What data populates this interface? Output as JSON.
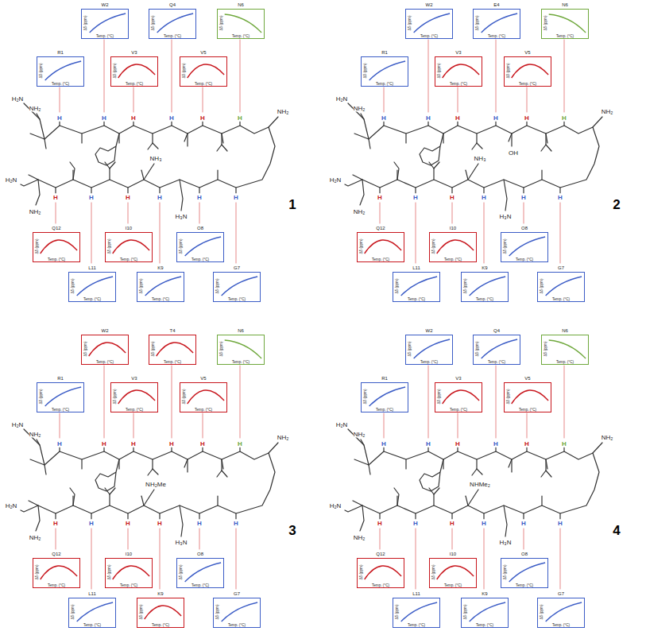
{
  "diagram": {
    "nodes": [
      {
        "text": [
          "W2",
          "Δδ (ppm)",
          "Temp. (°C)"
        ]
      },
      {
        "text": [
          "Q4",
          "Δδ (ppm)",
          "Temp. (°C)"
        ]
      },
      {
        "text": [
          "N6",
          "Δδ (ppm)",
          "Temp. (°C)"
        ]
      },
      {
        "text": [
          "R1",
          "Δδ (ppm)",
          "Temp. (°C)"
        ]
      },
      {
        "text": [
          "V3",
          "Δδ (ppm)",
          "Temp. (°C)"
        ]
      },
      {
        "text": [
          "V5",
          "Δδ (ppm)",
          "Temp. (°C)"
        ]
      },
      {
        "text": [
          "Q12",
          "Δδ (ppm)",
          "Temp. (°C)"
        ]
      },
      {
        "text": [
          "I10",
          "Δδ (ppm)",
          "Temp. (°C)"
        ]
      },
      {
        "text": [
          "O8",
          "Δδ (ppm)",
          "Temp. (°C)"
        ]
      },
      {
        "text": [
          "L11",
          "Δδ (ppm)",
          "Temp. (°C)"
        ]
      },
      {
        "text": [
          "K9",
          "Δδ (ppm)",
          "Temp. (°C)"
        ]
      },
      {
        "text": [
          "G7",
          "Δδ (ppm)",
          "Temp. (°C)"
        ]
      },
      {
        "text": [
          "W2",
          "Δδ (ppm)",
          "Temp. (°C)"
        ]
      },
      {
        "text": [
          "E4",
          "Δδ (ppm)",
          "Temp. (°C)"
        ]
      },
      {
        "text": [
          "N6",
          "Δδ (ppm)",
          "Temp. (°C)"
        ]
      },
      {
        "text": [
          "R1",
          "Δδ (ppm)",
          "Temp. (°C)"
        ]
      },
      {
        "text": [
          "V3",
          "Δδ (ppm)",
          "Temp. (°C)"
        ]
      },
      {
        "text": [
          "V5",
          "Δδ (ppm)",
          "Temp. (°C)"
        ]
      },
      {
        "text": [
          "Q12",
          "Δδ (ppm)",
          "Temp. (°C)"
        ]
      },
      {
        "text": [
          "I10",
          "Δδ (ppm)",
          "Temp. (°C)"
        ]
      },
      {
        "text": [
          "O8",
          "Δδ (ppm)",
          "Temp. (°C)"
        ]
      },
      {
        "text": [
          "L11",
          "Δδ (ppm)",
          "Temp. (°C)"
        ]
      },
      {
        "text": [
          "K9",
          "Δδ (ppm)",
          "Temp. (°C)"
        ]
      },
      {
        "text": [
          "G7",
          "Δδ (ppm)",
          "Temp. (°C)"
        ]
      },
      {
        "text": [
          "W2",
          "Δδ (ppm)",
          "Temp. (°C)"
        ]
      },
      {
        "text": [
          "T4",
          "Δδ (ppm)",
          "Temp. (°C)"
        ]
      },
      {
        "text": [
          "N6",
          "Δδ (ppm)",
          "Temp. (°C)"
        ]
      },
      {
        "text": [
          "R1",
          "Δδ (ppm)",
          "Temp. (°C)"
        ]
      },
      {
        "text": [
          "V3",
          "Δδ (ppm)",
          "Temp. (°C)"
        ]
      },
      {
        "text": [
          "V5",
          "Δδ (ppm)",
          "Temp. (°C)"
        ]
      },
      {
        "text": [
          "Q12",
          "Δδ (ppm)",
          "Temp. (°C)"
        ]
      },
      {
        "text": [
          "I10",
          "Δδ (ppm)",
          "Temp. (°C)"
        ]
      },
      {
        "text": [
          "O8",
          "Δδ (ppm)",
          "Temp. (°C)"
        ]
      },
      {
        "text": [
          "L11",
          "Δδ (ppm)",
          "Temp. (°C)"
        ]
      },
      {
        "text": [
          "K9",
          "Δδ (ppm)",
          "Temp. (°C)"
        ]
      },
      {
        "text": [
          "G7",
          "Δδ (ppm)",
          "Temp. (°C)"
        ]
      },
      {
        "text": [
          "W2",
          "Δδ (ppm)",
          "Temp. (°C)"
        ]
      },
      {
        "text": [
          "Q4",
          "Δδ (ppm)",
          "Temp. (°C)"
        ]
      },
      {
        "text": [
          "N6",
          "Δδ (ppm)",
          "Temp. (°C)"
        ]
      },
      {
        "text": [
          "R1",
          "Δδ (ppm)",
          "Temp. (°C)"
        ]
      },
      {
        "text": [
          "V3",
          "Δδ (ppm)",
          "Temp. (°C)"
        ]
      },
      {
        "text": [
          "V5",
          "Δδ (ppm)",
          "Temp. (°C)"
        ]
      },
      {
        "text": [
          "Q12",
          "Δδ (ppm)",
          "Temp. (°C)"
        ]
      },
      {
        "text": [
          "I10",
          "Δδ (ppm)",
          "Temp. (°C)"
        ]
      },
      {
        "text": [
          "O8",
          "Δδ (ppm)",
          "Temp. (°C)"
        ]
      },
      {
        "text": [
          "L11",
          "Δδ (ppm)",
          "Temp. (°C)"
        ]
      },
      {
        "text": [
          "K9",
          "Δδ (ppm)",
          "Temp. (°C)"
        ]
      },
      {
        "text": [
          "G7",
          "Δδ (ppm)",
          "Temp. (°C)"
        ]
      }
    ],
    "labels": [
      "1",
      "H₂N",
      "NH₂",
      "NH₂",
      "NH₂",
      "H₂N",
      "H₃N",
      "NH₃",
      "H",
      "H",
      "H",
      "H",
      "H",
      "H",
      "H",
      "H",
      "H",
      "H",
      "H",
      "H",
      "2",
      "H₂N",
      "NH₂",
      "NH₂",
      "NH₂",
      "H₂N",
      "H₃N",
      "NH₃",
      "H",
      "H",
      "H",
      "H",
      "H",
      "H",
      "H",
      "H",
      "H",
      "H",
      "H",
      "H",
      "OH",
      "3",
      "H₂N",
      "NH₂",
      "NH₂",
      "NH₂",
      "H₂N",
      "H₃N",
      "NH₂Me",
      "H",
      "H",
      "H",
      "H",
      "H",
      "H",
      "H",
      "H",
      "H",
      "H",
      "H",
      "H",
      "4",
      "H₂N",
      "NH₂",
      "NH₂",
      "NH₂",
      "H₂N",
      "H₃N",
      "NHMe₂",
      "H",
      "H",
      "H",
      "H",
      "H",
      "H",
      "H",
      "H",
      "H",
      "H",
      "H",
      "H"
    ]
  }
}
